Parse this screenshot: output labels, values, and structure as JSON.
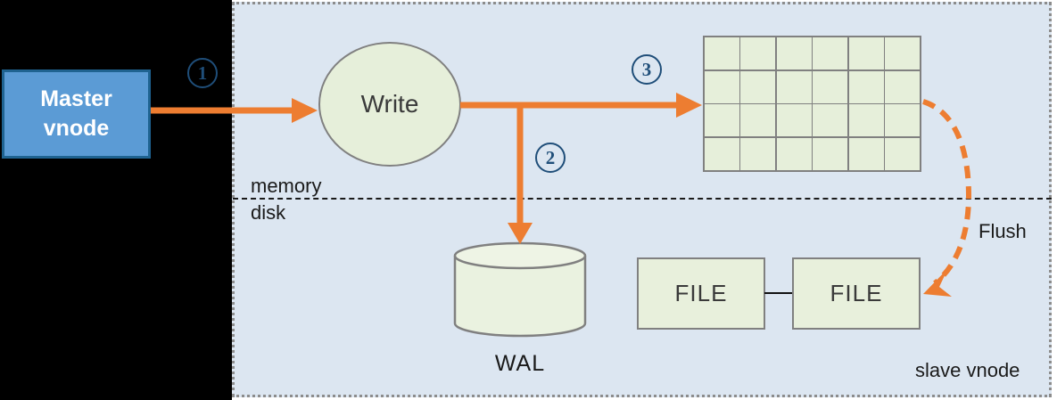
{
  "diagram": {
    "master_box": {
      "label": "Master vnode"
    },
    "write_node": {
      "label": "Write"
    },
    "steps": [
      {
        "n": "1"
      },
      {
        "n": "2"
      },
      {
        "n": "3"
      }
    ],
    "labels": {
      "memory": "memory",
      "disk": "disk",
      "wal": "WAL",
      "flush": "Flush",
      "slave_vnode": "slave vnode"
    },
    "file_boxes": [
      {
        "label": "FILE"
      },
      {
        "label": "FILE"
      }
    ],
    "grid": {
      "rows": 4,
      "cols": 6
    },
    "colors": {
      "arrow_orange": "#ED7D31",
      "panel_bg": "#DCE6F1",
      "shape_green": "#E6EFDA",
      "shape_border_gray": "#808080",
      "master_fill": "#5B9BD5",
      "master_border": "#1F6391",
      "step_badge_blue": "#1F4E79",
      "backdrop_black": "#000000"
    }
  }
}
